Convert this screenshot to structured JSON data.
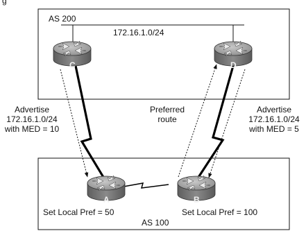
{
  "figure": {
    "caption_fragment": "g"
  },
  "as_top": {
    "label": "AS 200",
    "network": "172.16.1.0/24"
  },
  "as_bottom": {
    "label": "AS 100"
  },
  "routers": {
    "A": {
      "letter": "A",
      "note": "Set Local Pref = 50"
    },
    "B": {
      "letter": "B",
      "note": "Set Local Pref = 100"
    },
    "C": {
      "letter": "C"
    },
    "D": {
      "letter": "D"
    }
  },
  "left_advertisement": {
    "line1": "Advertise",
    "line2": "172.16.1.0/24",
    "line3": "with MED = 10"
  },
  "right_advertisement": {
    "line1": "Advertise",
    "line2": "172.16.1.0/24",
    "line3": "with MED = 5"
  },
  "preferred_route": {
    "line1": "Preferred",
    "line2": "route"
  },
  "colors": {
    "router_body": "#7d7d7d",
    "router_top": "#a9a9a9",
    "line": "#111111"
  }
}
